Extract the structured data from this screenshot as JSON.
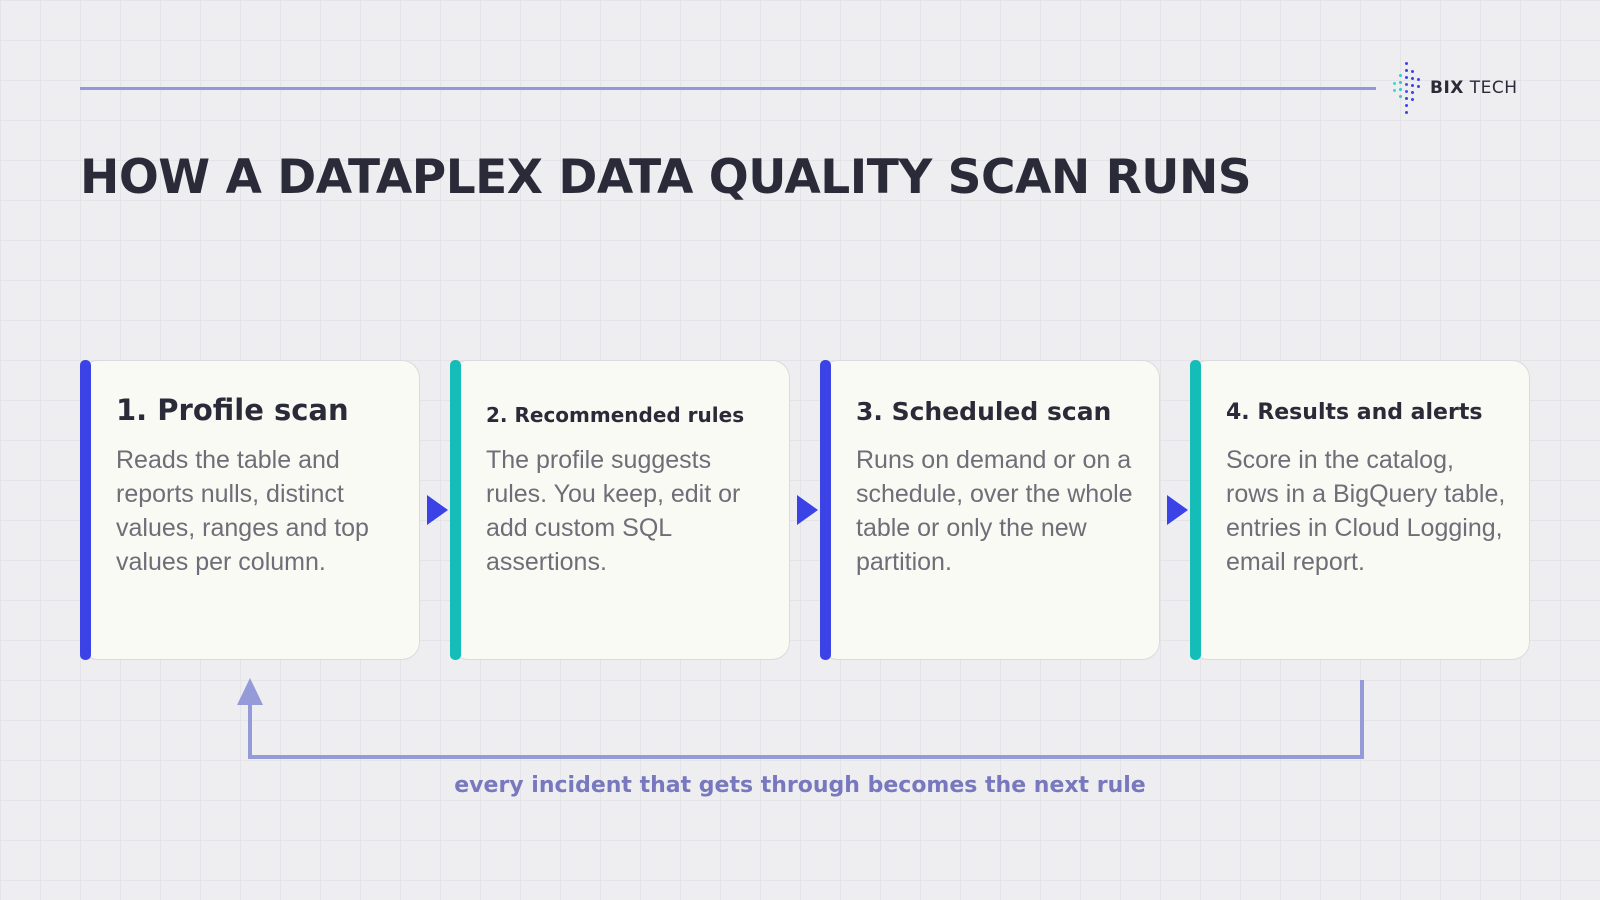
{
  "brand": {
    "name_bold": "BIX",
    "name_rest": "TECH"
  },
  "title": "HOW A DATAPLEX DATA QUALITY SCAN RUNS",
  "steps": [
    {
      "title": "1. Profile scan",
      "text": "Reads the table and reports nulls, distinct values, ranges and top values per column."
    },
    {
      "title": "2. Recommended rules",
      "text": "The profile suggests rules. You keep, edit or add custom SQL assertions."
    },
    {
      "title": "3. Scheduled scan",
      "text": "Runs on demand or on a schedule, over the whole table or only the new partition."
    },
    {
      "title": "4. Results and alerts",
      "text": "Score in the catalog, rows in a BigQuery table, entries in Cloud Logging, email report."
    }
  ],
  "feedback_label": "every incident that gets through becomes the next rule",
  "colors": {
    "blue": "#3b43e6",
    "teal": "#14bdb8",
    "accent_line": "#8f97df",
    "loop": "#959bd9",
    "loop_label": "#7778bd"
  },
  "icons": {
    "logo": "bix-tech-logo-icon",
    "step_arrow": "triangle-right-icon",
    "loop_arrow": "arrow-up-icon"
  }
}
